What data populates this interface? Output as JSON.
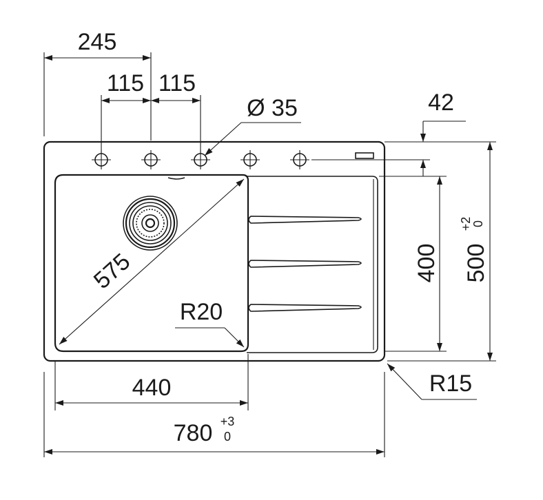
{
  "colors": {
    "ink": "#1a1a1a",
    "background": "#ffffff"
  },
  "dimensions": {
    "tap_offset": "245",
    "tap_spacing_left": "115",
    "tap_spacing_right": "115",
    "tap_hole_diameter": "Ø 35",
    "edge_to_taps": "42",
    "bowl_diagonal": "575",
    "bowl_corner_radius": "R20",
    "bowl_height": "400",
    "overall_depth": "500",
    "overall_depth_tol_plus": "+2",
    "overall_depth_tol_minus": "0",
    "bowl_width": "440",
    "outer_corner_radius": "R15",
    "overall_width": "780",
    "overall_width_tol_plus": "+3",
    "overall_width_tol_minus": "0"
  },
  "features": {
    "tap_holes": 5,
    "drainboard_ribs": 3,
    "waste_outlet": "strainer-basket-icon"
  }
}
